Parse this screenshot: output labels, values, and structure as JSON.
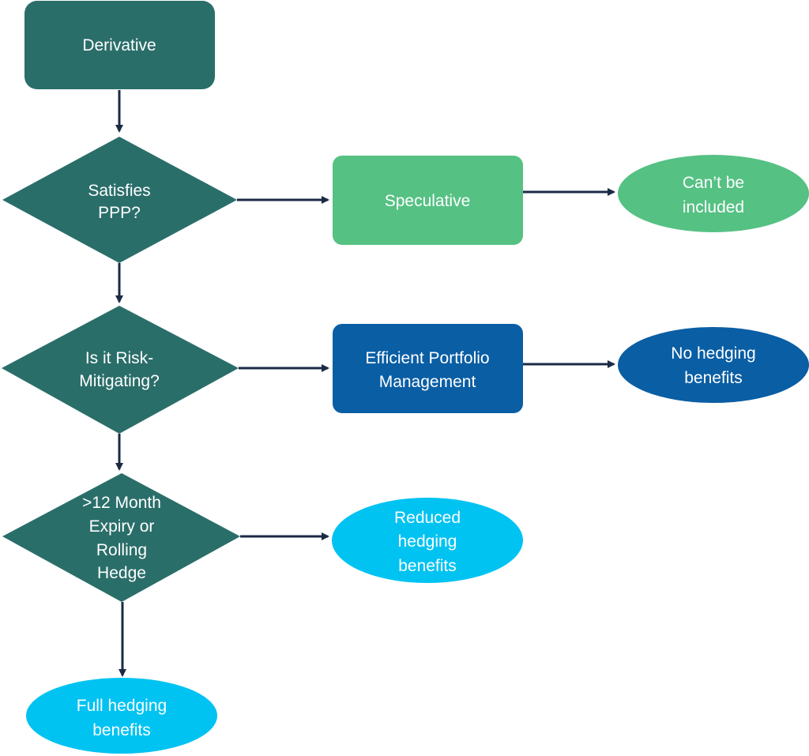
{
  "colors": {
    "dark_teal": "#2a6e6a",
    "green": "#55c183",
    "navy_blue": "#0a5ea4",
    "cyan": "#00c3f2",
    "arrow": "#1b2a45"
  },
  "nodes": {
    "derivative": {
      "lines": [
        "Derivative"
      ]
    },
    "satisfies_ppp": {
      "lines": [
        "Satisfies",
        "PPP?"
      ]
    },
    "speculative": {
      "lines": [
        "Speculative"
      ]
    },
    "cant_be_included": {
      "lines": [
        "Can’t be",
        "included"
      ]
    },
    "risk_mitigating": {
      "lines": [
        "Is it Risk-",
        "Mitigating?"
      ]
    },
    "efficient_portfolio": {
      "lines": [
        "Efficient Portfolio",
        "Management"
      ]
    },
    "no_hedging": {
      "lines": [
        "No hedging",
        "benefits"
      ]
    },
    "expiry_rolling": {
      "lines": [
        ">12 Month",
        "Expiry or",
        "Rolling",
        "Hedge"
      ]
    },
    "reduced_hedging": {
      "lines": [
        "Reduced",
        "hedging",
        "benefits"
      ]
    },
    "full_hedging": {
      "lines": [
        "Full hedging",
        "benefits"
      ]
    }
  }
}
